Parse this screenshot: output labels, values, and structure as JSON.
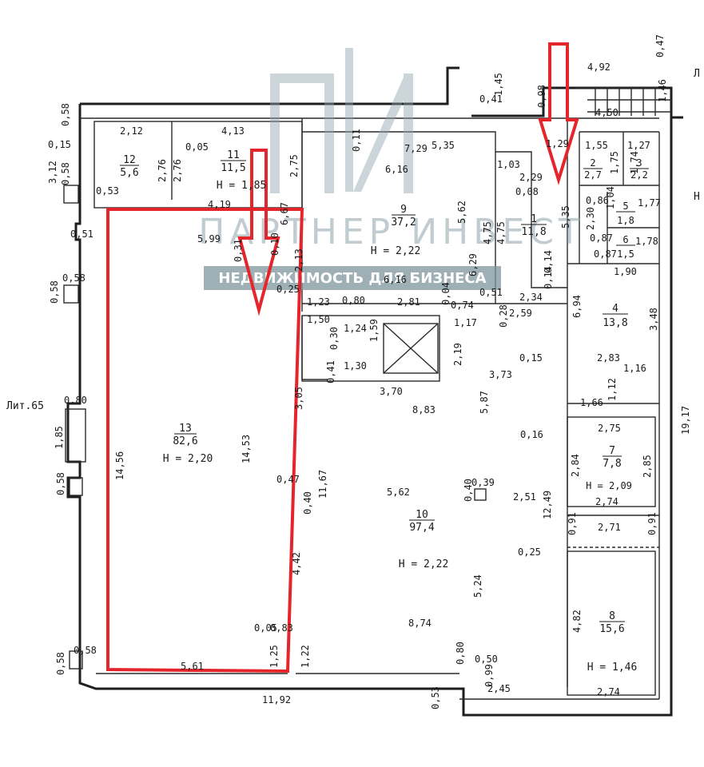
{
  "watermark": {
    "company": "ПАРТНЕР ИНВЕСТ",
    "tagline": "НЕДВИЖИМОСТЬ ДЛЯ БИЗНЕСА"
  },
  "colors": {
    "highlight": "#e4262c",
    "walls": "#1e1e1e",
    "watermark": "#8fa4ad",
    "tagline_bg": "#7e949c"
  },
  "rooms": [
    {
      "number": "13",
      "area": "82,6",
      "height": "H = 2,20"
    },
    {
      "number": "10",
      "area": "97,4",
      "height": "H = 2,22"
    },
    {
      "number": "9",
      "area": "37,2",
      "height": "H = 2,22"
    },
    {
      "number": "1",
      "area": "11,8"
    },
    {
      "number": "4",
      "area": "13,8"
    },
    {
      "number": "7",
      "area": "7,8",
      "height": "H = 2,09"
    },
    {
      "number": "8",
      "area": "15,6",
      "height": "H = 1,46"
    },
    {
      "number": "12",
      "area": "5,6"
    },
    {
      "number": "11",
      "area": "11,5",
      "height": "H = 1,85"
    },
    {
      "number": "2",
      "area": "2,7"
    },
    {
      "number": "3",
      "area": "2,2"
    },
    {
      "number": "5",
      "area": "1,8"
    },
    {
      "number": "6",
      "area": "1,5"
    }
  ],
  "labels": {
    "lit": "Лит.65",
    "edge_l": "Л",
    "edge_n": "Н"
  },
  "dimensions": [
    "4,92",
    "0,47",
    "1,45",
    "0,41",
    "0,98",
    "4,50",
    "1,46",
    "0,58",
    "2,12",
    "4,13",
    "0,11",
    "7,29",
    "5,35",
    "1,29",
    "1,55",
    "1,27",
    "0,15",
    "0,05",
    "2,76",
    "2,76",
    "2,75",
    "1,03",
    "2,29",
    "1,75",
    "1,74",
    "3,12",
    "0,58",
    "0,53",
    "4,19",
    "6,16",
    "0,08",
    "0,86",
    "1,04",
    "1,77",
    "0,51",
    "5,99",
    "0,31",
    "0,10",
    "6,67",
    "5,62",
    "4,75",
    "4,75",
    "5,35",
    "2,30",
    "0,87",
    "1,78",
    "0,87",
    "0,14",
    "0,58",
    "0,58",
    "0,25",
    "6,16",
    "6,29",
    "0,14",
    "1,90",
    "1,23",
    "0,80",
    "2,81",
    "0,04",
    "0,74",
    "0,51",
    "2,34",
    "1,50",
    "1,24",
    "0,30",
    "1,59",
    "1,17",
    "0,28",
    "2,59",
    "6,94",
    "3,48",
    "0,41",
    "1,30",
    "2,19",
    "0,15",
    "2,83",
    "1,16",
    "3,73",
    "3,70",
    "1,12",
    "0,80",
    "1,85",
    "5,87",
    "1,66",
    "8,83",
    "2,75",
    "14,56",
    "14,53",
    "3,05",
    "0,16",
    "2,84",
    "2,85",
    "0,58",
    "0,47",
    "0,40",
    "11,67",
    "5,62",
    "0,40",
    "0,39",
    "2,51",
    "12,49",
    "2,74",
    "0,91",
    "2,71",
    "0,91",
    "4,42",
    "0,25",
    "5,24",
    "4,82",
    "0,05",
    "0,83",
    "8,74",
    "0,58",
    "0,58",
    "1,25",
    "1,22",
    "5,61",
    "0,80",
    "0,50",
    "0,99",
    "2,74",
    "2,45",
    "0,53",
    "11,92",
    "19,17",
    "2,13"
  ]
}
